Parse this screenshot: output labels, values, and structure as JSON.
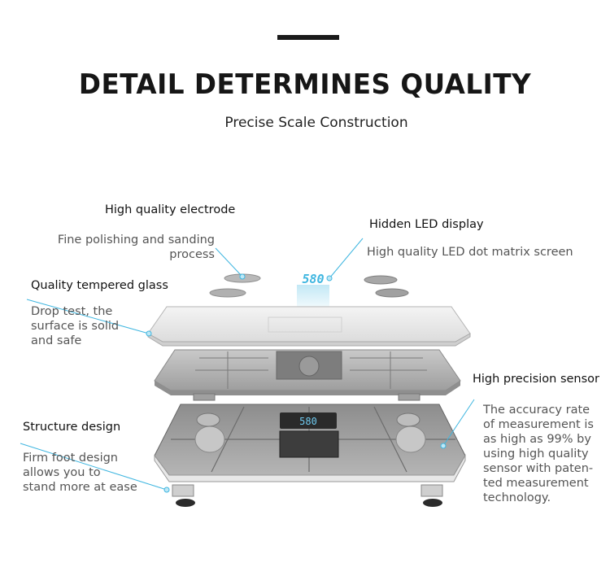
{
  "header": {
    "title": "DETAIL DETERMINES QUALITY",
    "subtitle": "Precise Scale Construction"
  },
  "callouts": {
    "electrode": {
      "title": "High quality electrode",
      "desc": [
        "Fine polishing and sanding",
        "process"
      ]
    },
    "led": {
      "title": "Hidden LED display",
      "desc": "High quality LED dot matrix screen"
    },
    "glass": {
      "title": "Quality tempered glass",
      "desc": [
        "Drop test, the",
        "surface is solid",
        "and safe"
      ]
    },
    "sensor": {
      "title": "High precision sensor",
      "desc": [
        "The accuracy rate",
        "of measurement is",
        "as high as 99% by",
        "using high quality",
        "sensor with paten-",
        "ted measurement",
        "technology."
      ]
    },
    "structure": {
      "title": "Structure design",
      "desc": [
        "Firm foot design",
        "allows you to",
        "stand more at ease"
      ]
    }
  },
  "display_readout": "580",
  "colors": {
    "accent": "#3fb6e0",
    "title": "#161616",
    "desc": "#555555"
  }
}
